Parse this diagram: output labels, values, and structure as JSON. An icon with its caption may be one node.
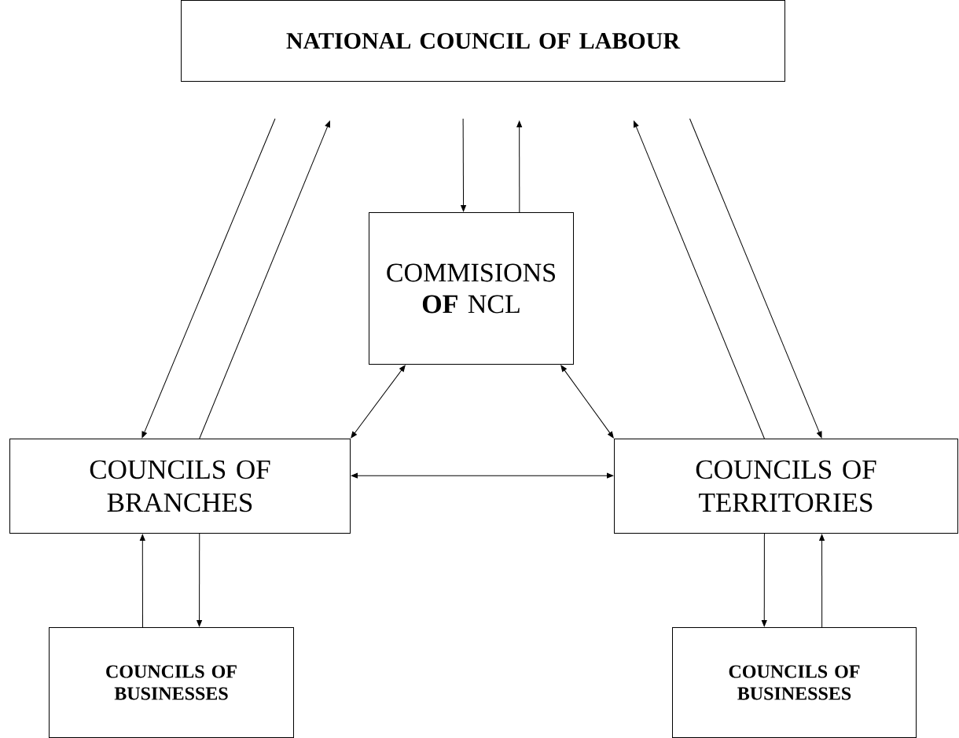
{
  "diagram": {
    "nodes": [
      {
        "text": [
          "NATIONAL COUNCIL OF LABOUR"
        ]
      },
      {
        "text": [
          "COMMISIONS **OF** NCL"
        ]
      },
      {
        "text": [
          "COUNCILS OF BRANCHES"
        ]
      },
      {
        "text": [
          "COUNCILS OF TERRITORIES"
        ]
      },
      {
        "text": [
          "COUNCILS OF BUSINESSES"
        ]
      },
      {
        "text": [
          "COUNCILS OF BUSINESSES"
        ]
      }
    ],
    "edges": [
      {
        "from": 0,
        "to": 2,
        "arrow": "to"
      },
      {
        "from": 2,
        "to": 0,
        "arrow": "to"
      },
      {
        "from": 0,
        "to": 1,
        "arrow": "to"
      },
      {
        "from": 1,
        "to": 0,
        "arrow": "to"
      },
      {
        "from": 3,
        "to": 0,
        "arrow": "to"
      },
      {
        "from": 0,
        "to": 3,
        "arrow": "to"
      },
      {
        "from": 1,
        "to": 2,
        "arrow": "both"
      },
      {
        "from": 1,
        "to": 3,
        "arrow": "both"
      },
      {
        "from": 2,
        "to": 3,
        "arrow": "both"
      },
      {
        "from": 4,
        "to": 2,
        "arrow": "to"
      },
      {
        "from": 2,
        "to": 4,
        "arrow": "to"
      },
      {
        "from": 3,
        "to": 5,
        "arrow": "to"
      },
      {
        "from": 5,
        "to": 3,
        "arrow": "to"
      }
    ]
  }
}
